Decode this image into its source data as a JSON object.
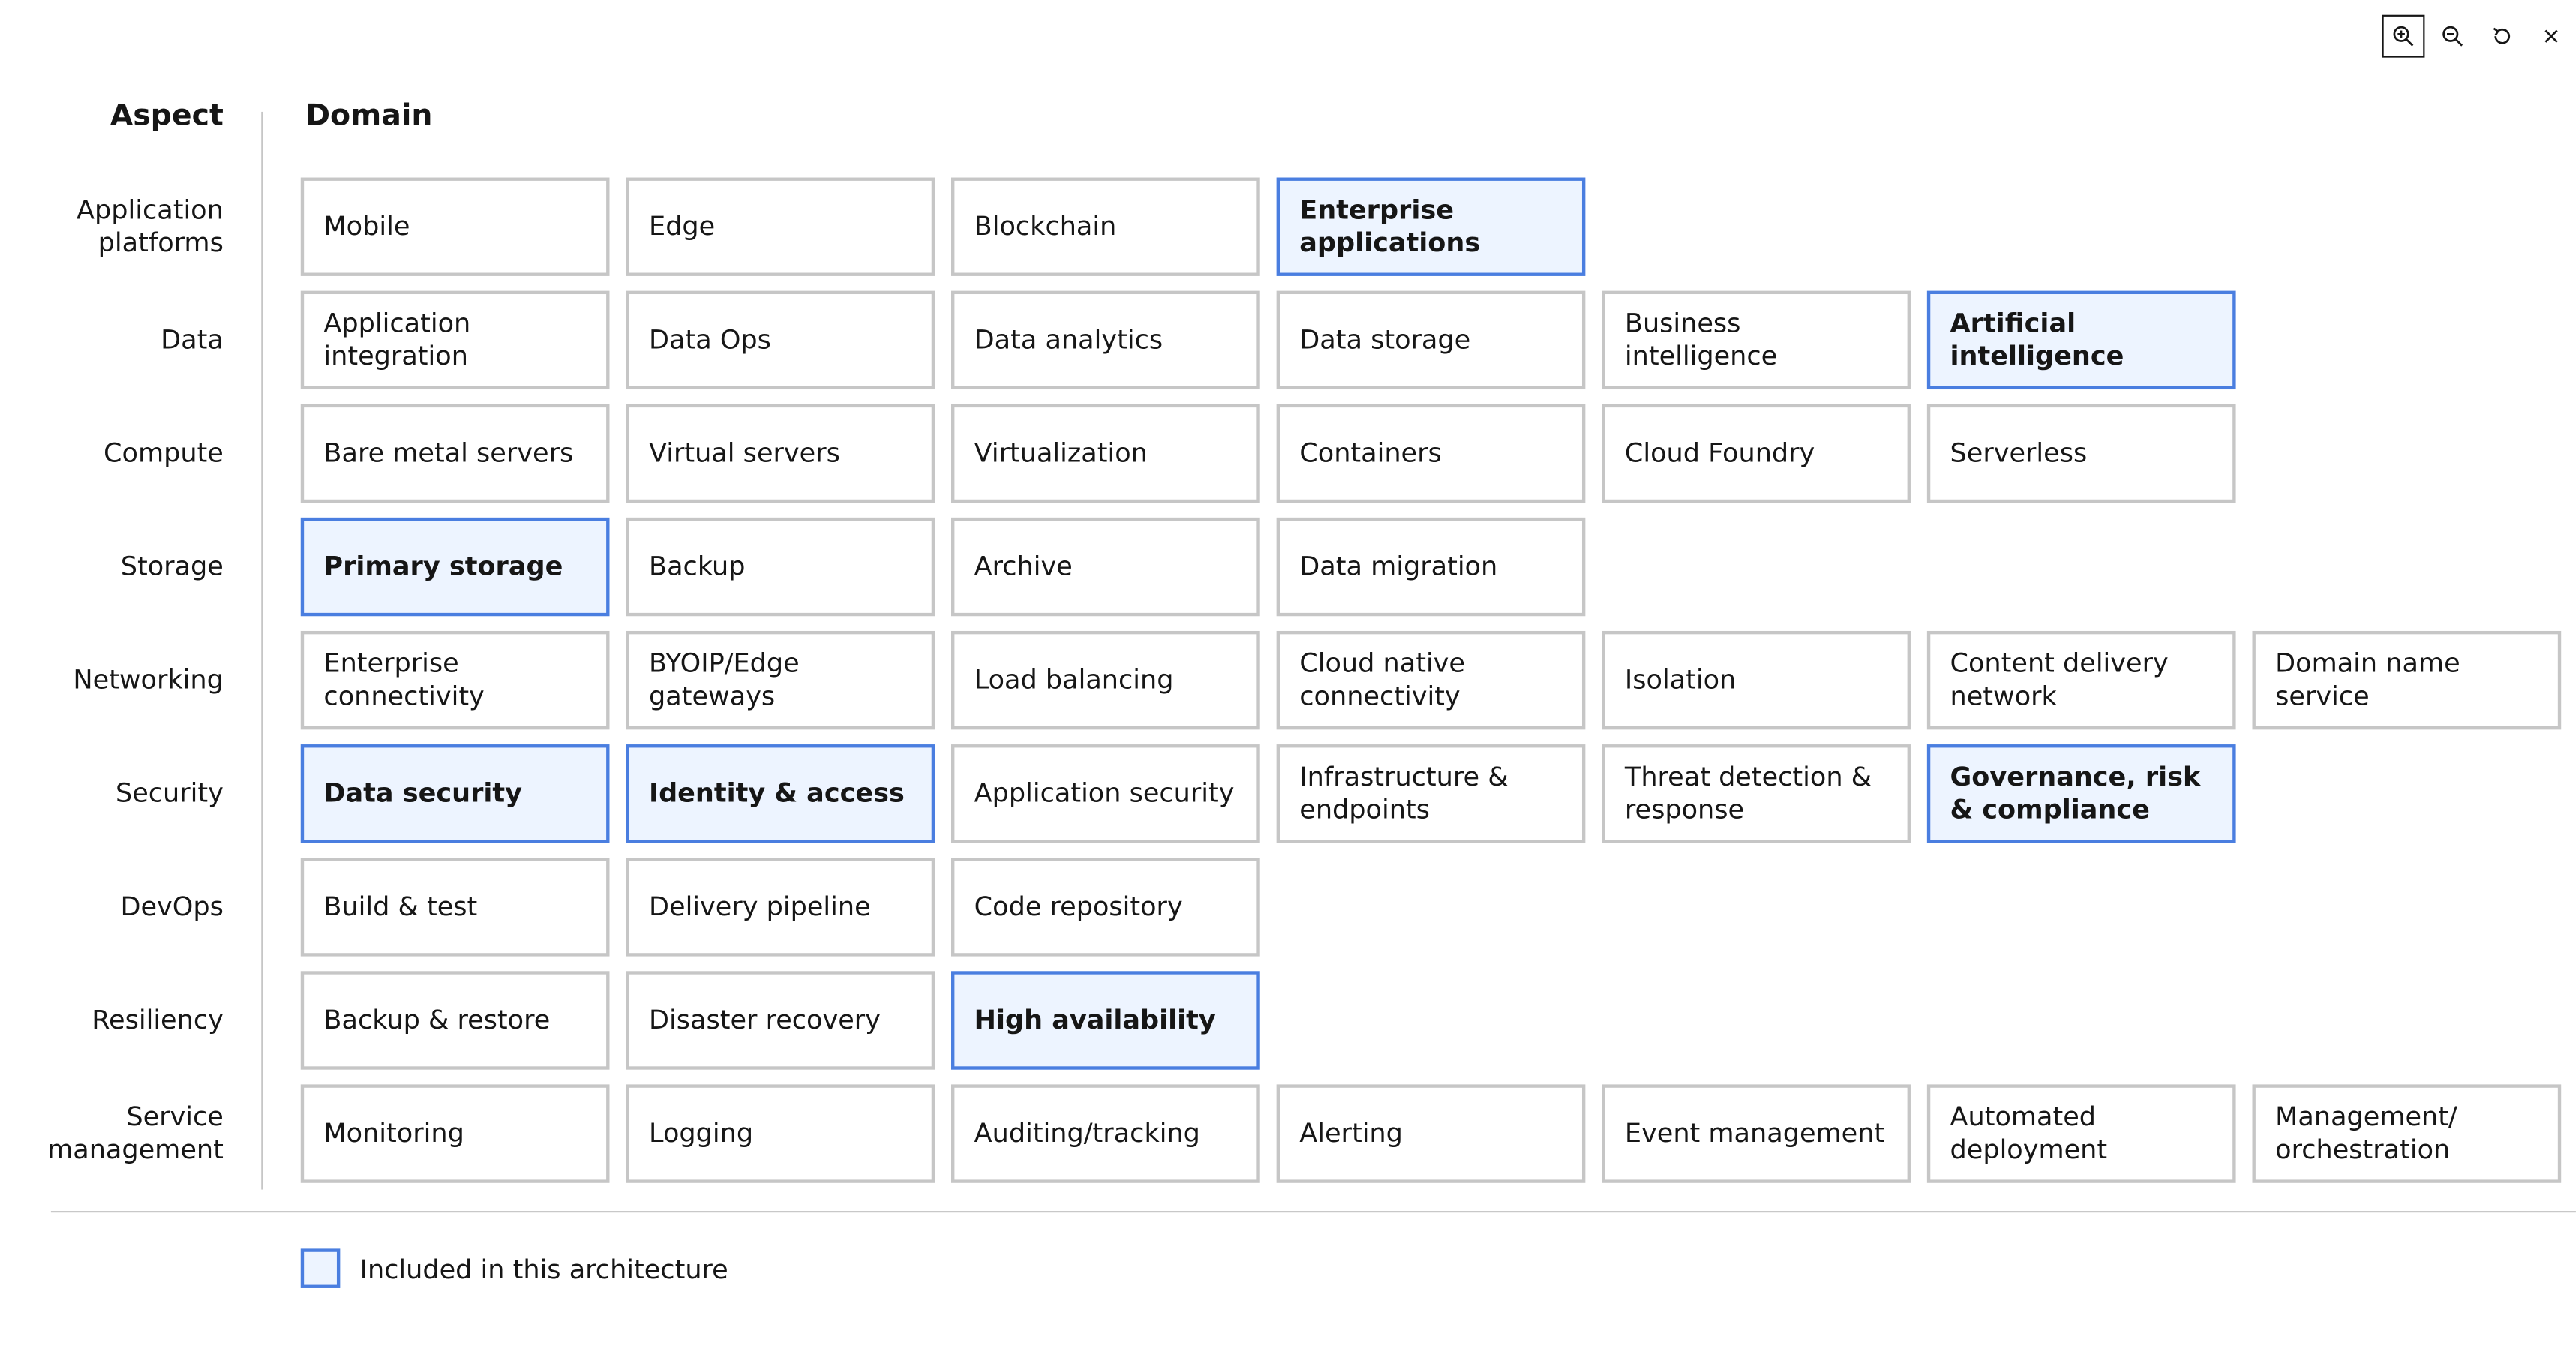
{
  "toolbar": {
    "buttons": [
      {
        "name": "zoom-in-icon",
        "active": true
      },
      {
        "name": "zoom-out-icon",
        "active": false
      },
      {
        "name": "reset-icon",
        "active": false
      },
      {
        "name": "close-icon",
        "active": false
      }
    ]
  },
  "headers": {
    "aspect": "Aspect",
    "domain": "Domain"
  },
  "colors": {
    "included_border": "#4a7ee0",
    "included_fill": "#edf4ff",
    "cell_border": "#c6c6c6"
  },
  "rows": [
    {
      "aspect": "Application platforms",
      "domains": [
        {
          "label": "Mobile",
          "included": false
        },
        {
          "label": "Edge",
          "included": false
        },
        {
          "label": "Blockchain",
          "included": false
        },
        {
          "label": "Enterprise applications",
          "included": true
        }
      ]
    },
    {
      "aspect": "Data",
      "domains": [
        {
          "label": "Application integration",
          "included": false
        },
        {
          "label": "Data Ops",
          "included": false
        },
        {
          "label": "Data analytics",
          "included": false
        },
        {
          "label": "Data storage",
          "included": false
        },
        {
          "label": "Business intelligence",
          "included": false
        },
        {
          "label": "Artificial intelligence",
          "included": true
        }
      ]
    },
    {
      "aspect": "Compute",
      "domains": [
        {
          "label": "Bare metal servers",
          "included": false
        },
        {
          "label": "Virtual servers",
          "included": false
        },
        {
          "label": "Virtualization",
          "included": false
        },
        {
          "label": "Containers",
          "included": false
        },
        {
          "label": "Cloud Foundry",
          "included": false
        },
        {
          "label": "Serverless",
          "included": false
        }
      ]
    },
    {
      "aspect": "Storage",
      "domains": [
        {
          "label": "Primary storage",
          "included": true
        },
        {
          "label": "Backup",
          "included": false
        },
        {
          "label": "Archive",
          "included": false
        },
        {
          "label": "Data migration",
          "included": false
        }
      ]
    },
    {
      "aspect": "Networking",
      "domains": [
        {
          "label": "Enterprise connectivity",
          "included": false
        },
        {
          "label": "BYOIP/Edge gateways",
          "included": false
        },
        {
          "label": "Load balancing",
          "included": false
        },
        {
          "label": "Cloud native connectivity",
          "included": false
        },
        {
          "label": "Isolation",
          "included": false
        },
        {
          "label": "Content delivery network",
          "included": false
        },
        {
          "label": "Domain name service",
          "included": false
        }
      ]
    },
    {
      "aspect": "Security",
      "domains": [
        {
          "label": "Data security",
          "included": true
        },
        {
          "label": "Identity & access",
          "included": true
        },
        {
          "label": "Application security",
          "included": false
        },
        {
          "label": "Infrastructure & endpoints",
          "included": false
        },
        {
          "label": "Threat detection & response",
          "included": false
        },
        {
          "label": "Governance, risk & compliance",
          "included": true
        }
      ]
    },
    {
      "aspect": "DevOps",
      "domains": [
        {
          "label": "Build & test",
          "included": false
        },
        {
          "label": "Delivery pipeline",
          "included": false
        },
        {
          "label": "Code repository",
          "included": false
        }
      ]
    },
    {
      "aspect": "Resiliency",
      "domains": [
        {
          "label": "Backup & restore",
          "included": false
        },
        {
          "label": "Disaster recovery",
          "included": false
        },
        {
          "label": "High availability",
          "included": true
        }
      ]
    },
    {
      "aspect": "Service management",
      "domains": [
        {
          "label": "Monitoring",
          "included": false
        },
        {
          "label": "Logging",
          "included": false
        },
        {
          "label": "Auditing/tracking",
          "included": false
        },
        {
          "label": "Alerting",
          "included": false
        },
        {
          "label": "Event management",
          "included": false
        },
        {
          "label": "Automated deployment",
          "included": false
        },
        {
          "label": "Management/ orchestration",
          "included": false
        }
      ]
    }
  ],
  "legend": {
    "label": "Included in this architecture"
  }
}
